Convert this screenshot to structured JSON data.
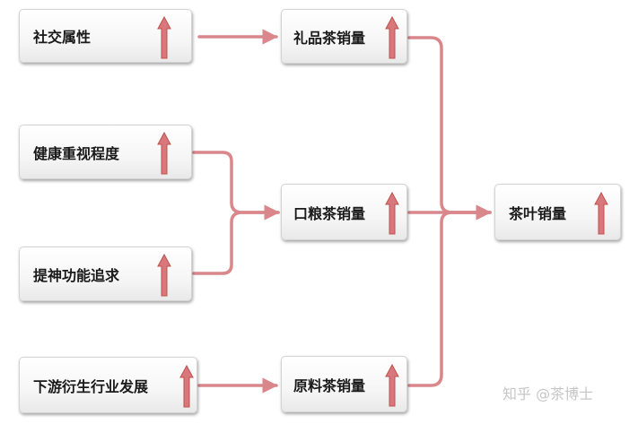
{
  "colors": {
    "arrow_fill": "#d9787c",
    "arrow_edge": "#c0504d",
    "connector": "#d9878b"
  },
  "icons": {
    "trend": "up-arrow-icon"
  },
  "nodes": {
    "gift_attribute": {
      "label": "社交属性"
    },
    "health": {
      "label": "健康重视程度"
    },
    "refresh": {
      "label": "提神功能追求"
    },
    "downstream": {
      "label": "下游衍生行业发展"
    },
    "gift_tea": {
      "label": "礼品茶销量"
    },
    "staple_tea": {
      "label": "口粮茶销量"
    },
    "raw_tea": {
      "label": "原料茶销量"
    },
    "total_tea": {
      "label": "茶叶销量"
    }
  },
  "watermark": {
    "text": "知乎 @茶博士"
  }
}
